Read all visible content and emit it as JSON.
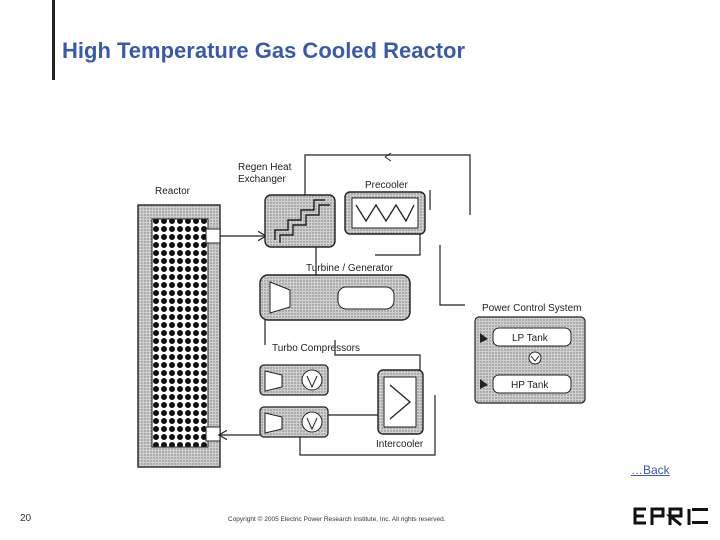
{
  "header": {
    "title": "High Temperature Gas Cooled Reactor"
  },
  "diagram": {
    "labels": {
      "reactor": "Reactor",
      "regen": "Regen Heat\nExchanger",
      "regen_line1": "Regen Heat",
      "regen_line2": "Exchanger",
      "precooler": "Precooler",
      "turbine": "Turbine / Generator",
      "power_control": "Power Control System",
      "lp_tank": "LP Tank",
      "hp_tank": "HP Tank",
      "turbo_compressors": "Turbo Compressors",
      "intercooler": "Intercooler"
    }
  },
  "footer": {
    "back_link": "…Back",
    "page_number": "20",
    "copyright": "Copyright © 2005 Electric Power Research Institute, Inc. All rights reserved.",
    "logo_text": "EPRI"
  }
}
